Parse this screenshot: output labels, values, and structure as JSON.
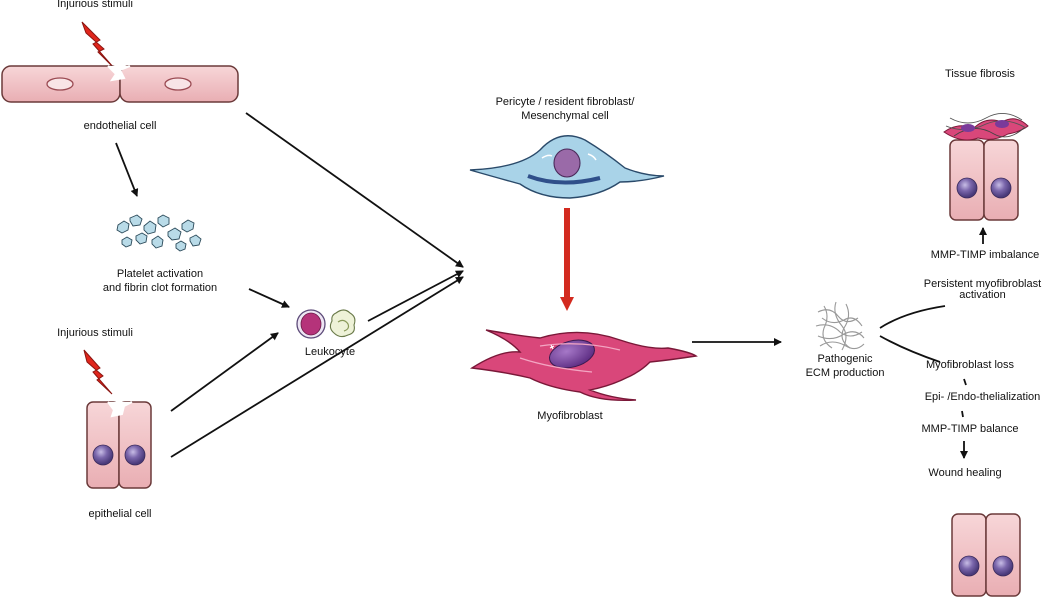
{
  "labels": {
    "injurious_stimuli_top": "Injurious stimuli",
    "endothelial_cell": "endothelial cell",
    "platelet_line1": "Platelet activation",
    "platelet_line2": "and fibrin clot formation",
    "injurious_stimuli_bottom": "Injurious stimuli",
    "epithelial_cell": "epithelial cell",
    "leukocyte": "Leukocyte",
    "pericyte_line1": "Pericyte / resident fibroblast/",
    "pericyte_line2": "Mesenchymal cell",
    "myofibroblast": "Myofibroblast",
    "ecm_line1": "Pathogenic",
    "ecm_line2": "ECM production",
    "tissue_fibrosis": "Tissue fibrosis",
    "mmp_timp_imbalance": "MMP-TIMP imbalance",
    "persistent_line1": "Persistent myofibroblast",
    "persistent_line2": "activation",
    "myofibroblast_loss": "Myofibroblast loss",
    "epi_endo": "Epi- /Endo-thelialization",
    "mmp_timp_balance": "MMP-TIMP balance",
    "wound_healing": "Wound healing"
  },
  "colors": {
    "cell_pink": "#f3c9cc",
    "cell_outline": "#6b3a3a",
    "nucleus_purple": "#6e5a9c",
    "myofibroblast": "#d9477a",
    "pericyte": "#a9d3e8",
    "red_arrow": "#d32a1f",
    "lightning": "#e0261c"
  },
  "icons": [
    "lightning-icon",
    "endothelial-cell-icon",
    "epithelial-cell-icon",
    "platelet-cluster-icon",
    "leukocyte-icon",
    "pericyte-icon",
    "myofibroblast-icon",
    "ecm-fibers-icon",
    "fibrotic-tissue-icon",
    "healed-tissue-icon"
  ]
}
